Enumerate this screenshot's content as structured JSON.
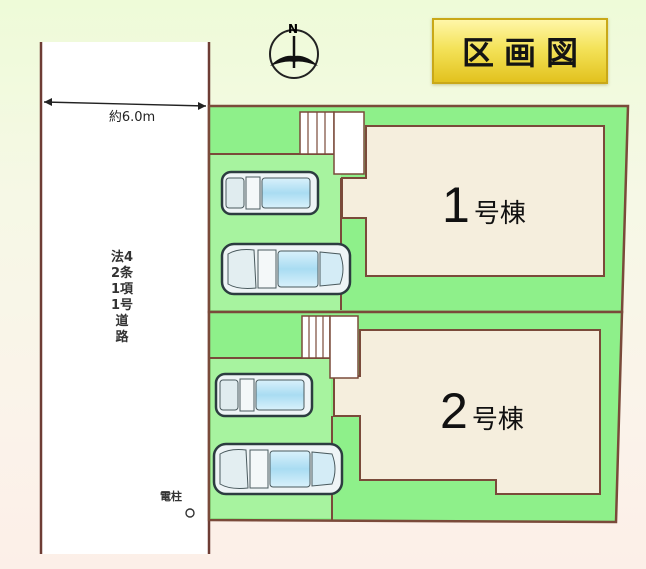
{
  "title": "区画図",
  "compass": {
    "label": "N",
    "icon": "north-arrow-icon"
  },
  "road": {
    "label": "法42条1項1号道路",
    "width_label": "約6.0m"
  },
  "utility_pole": {
    "label": "電柱",
    "icon": "utility-pole-icon"
  },
  "lots": [
    {
      "number": "1",
      "suffix": "号棟",
      "parking_spaces": 2
    },
    {
      "number": "2",
      "suffix": "号棟",
      "parking_spaces": 2
    }
  ],
  "colors": {
    "lot_green": "#8ef08a",
    "building_beige": "#f5eedd",
    "boundary_brown": "#7a4a3a",
    "road_white": "#ffffff",
    "title_gold": "#f0dc50",
    "car_glass": "#bfe6f5"
  }
}
